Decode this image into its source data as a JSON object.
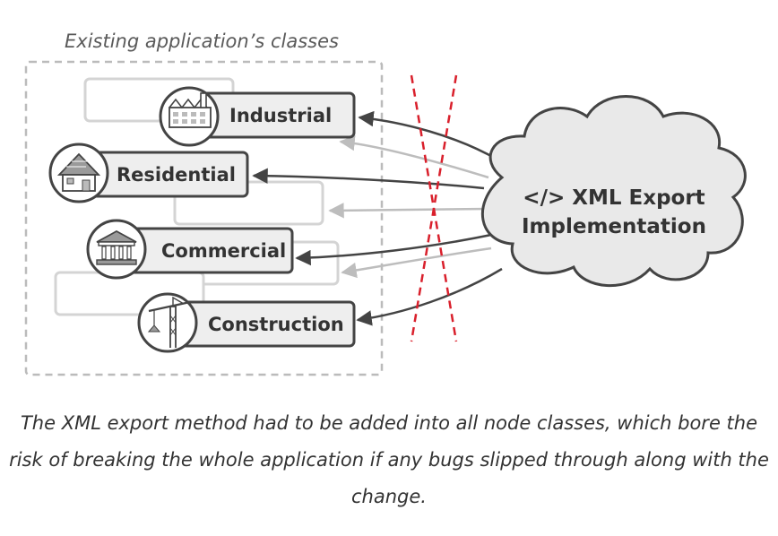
{
  "diagram": {
    "group_label": "Existing application’s classes",
    "classes": [
      {
        "label": "Industrial",
        "icon": "factory-icon"
      },
      {
        "label": "Residential",
        "icon": "house-icon"
      },
      {
        "label": "Commercial",
        "icon": "bank-building-icon"
      },
      {
        "label": "Construction",
        "icon": "crane-icon"
      }
    ],
    "cloud": {
      "line1": "</> XML Export",
      "line2": "Implementation"
    },
    "colors": {
      "frame": "#444444",
      "class_fill": "#eeeeee",
      "ghost": "#d4d4d4",
      "arrow": "#444444",
      "ghost_arrow": "#bdbdbd",
      "cross": "#d9202c",
      "dashed_border": "#bbbbbb"
    }
  },
  "caption": "The XML export method had to be added into all node classes, which bore the risk of breaking the whole application if any bugs slipped through along with the change."
}
